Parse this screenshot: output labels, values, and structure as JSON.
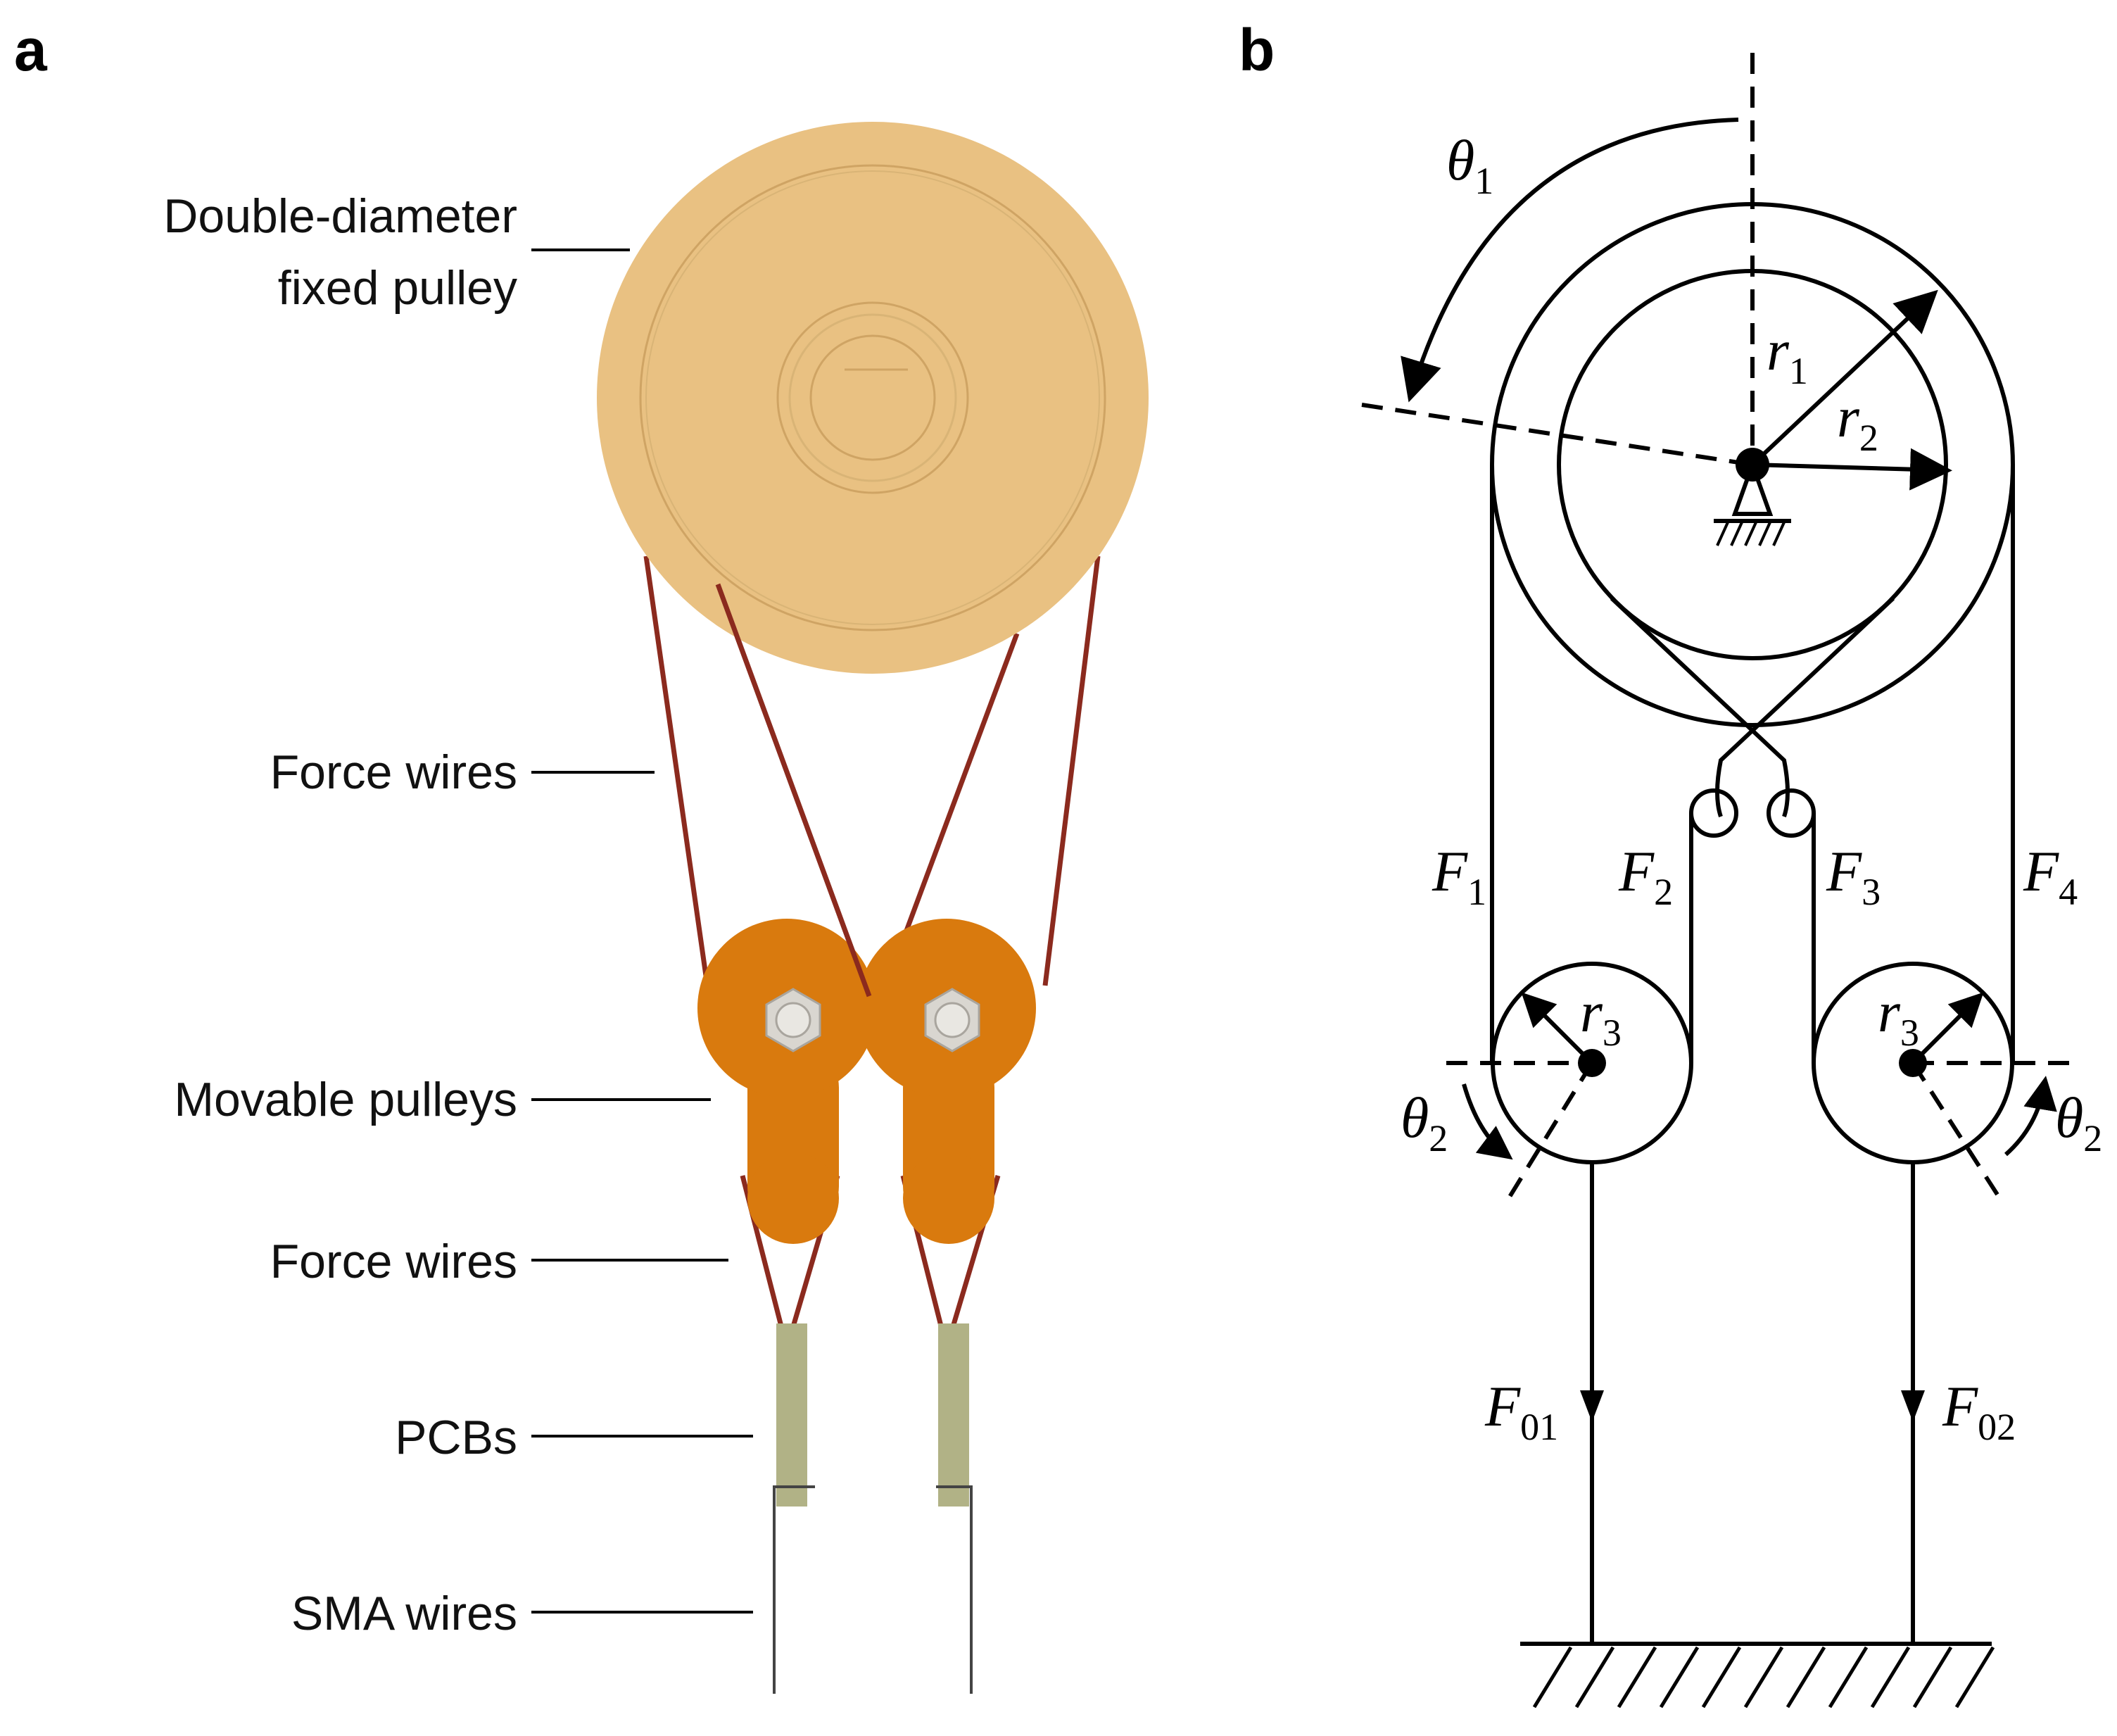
{
  "panel_a": {
    "label": "a",
    "callouts": {
      "fixed_pulley_line1": "Double-diameter",
      "fixed_pulley_line2": "fixed pulley",
      "force_wires_top": "Force wires",
      "movable_pulleys": "Movable pulleys",
      "force_wires_bottom": "Force wires",
      "pcbs": "PCBs",
      "sma_wires": "SMA wires"
    },
    "colors": {
      "fixed_pulley": "#E9C182",
      "movable_pulley": "#D97A0E",
      "force_wire": "#8B2A1E",
      "pcb": "#B1B286",
      "bolt": "#D9D6D0"
    }
  },
  "panel_b": {
    "label": "b",
    "symbols": {
      "theta1": {
        "main": "θ",
        "sub": "1"
      },
      "r1": {
        "main": "r",
        "sub": "1"
      },
      "r2": {
        "main": "r",
        "sub": "2"
      },
      "r3_left": {
        "main": "r",
        "sub": "3"
      },
      "r3_right": {
        "main": "r",
        "sub": "3"
      },
      "theta2_left": {
        "main": "θ",
        "sub": "2"
      },
      "theta2_right": {
        "main": "θ",
        "sub": "2"
      },
      "F1": {
        "main": "F",
        "sub": "1"
      },
      "F2": {
        "main": "F",
        "sub": "2"
      },
      "F3": {
        "main": "F",
        "sub": "3"
      },
      "F4": {
        "main": "F",
        "sub": "4"
      },
      "F01": {
        "main": "F",
        "sub": "01"
      },
      "F02": {
        "main": "F",
        "sub": "02"
      }
    }
  }
}
